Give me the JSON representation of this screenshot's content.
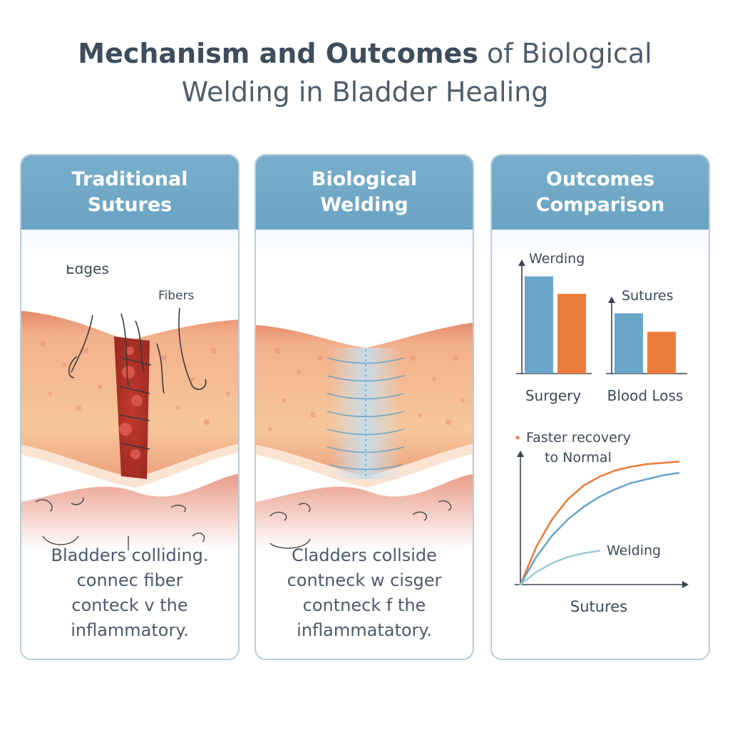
{
  "title": {
    "strong": "Mechanism and Outcomes",
    "light": " of Biological",
    "line2": "Welding in Bladder Healing"
  },
  "panels": {
    "sutures": {
      "header": [
        "Traditional",
        "Sutures"
      ],
      "labels": {
        "edges": "Edges",
        "fibers": "Fibers"
      },
      "caption": [
        "Bladders colliding.",
        "connec fiber",
        "conteck v the",
        "inflammatory."
      ]
    },
    "welding": {
      "header": [
        "Biological",
        "Welding"
      ],
      "caption": [
        "Cladders collside",
        "contneck w cisger",
        "contneck f the",
        "inflammatatory."
      ]
    },
    "outcomes": {
      "header": [
        "Outcomes",
        "Comparison"
      ]
    }
  },
  "colors": {
    "welding": "#6aa6c9",
    "sutures": "#ec7c3c",
    "header": "#6ea8c7"
  },
  "chart_data": [
    {
      "type": "bar",
      "categories": [
        "Surgery",
        "Blood Loss"
      ],
      "series": [
        {
          "name": "",
          "values": [
            1.0,
            0.62
          ],
          "color": "#6aa6c9"
        },
        {
          "name": "",
          "values": [
            0.82,
            0.43
          ],
          "color": "#ec7c3c"
        }
      ],
      "annotations": [
        "Werding",
        "Sutures"
      ],
      "xlabel": "",
      "ylabel": "",
      "ylim": [
        0,
        1.1
      ]
    },
    {
      "type": "line",
      "title": [
        "Faster recovery",
        "to Normal"
      ],
      "x": [
        0,
        0.1,
        0.2,
        0.3,
        0.4,
        0.5,
        0.6,
        0.7,
        0.8,
        0.9,
        1.0
      ],
      "series": [
        {
          "name": "",
          "color": "#ec7c3c",
          "values": [
            0,
            0.3,
            0.52,
            0.68,
            0.79,
            0.86,
            0.91,
            0.94,
            0.96,
            0.97,
            0.98
          ]
        },
        {
          "name": "",
          "color": "#6aa6c9",
          "values": [
            0,
            0.22,
            0.39,
            0.52,
            0.62,
            0.7,
            0.76,
            0.81,
            0.84,
            0.87,
            0.89
          ]
        },
        {
          "name": "Welding",
          "color": "#9ccad6",
          "values": [
            0,
            0.1,
            0.17,
            0.22,
            0.25,
            0.27,
            null,
            null,
            null,
            null,
            null
          ]
        }
      ],
      "xlabel": "Sutures",
      "ylabel": "",
      "xlim": [
        0,
        1
      ],
      "ylim": [
        0,
        1.1
      ]
    }
  ]
}
